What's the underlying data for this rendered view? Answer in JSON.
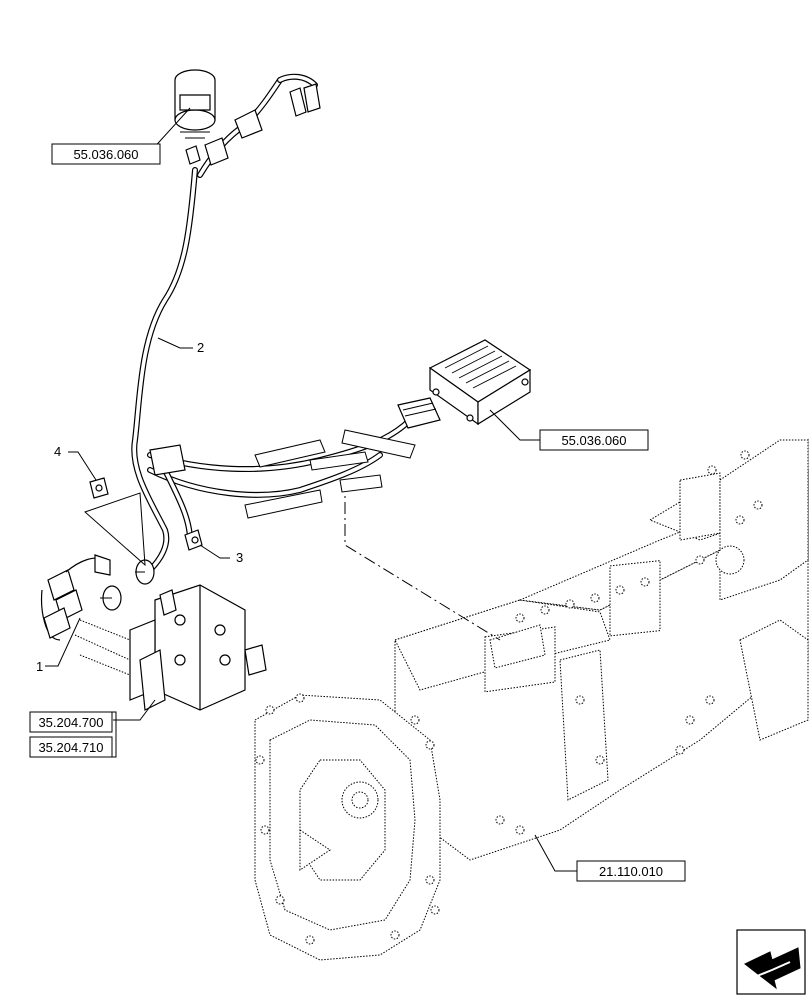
{
  "references": {
    "ref_top_left": "55.036.060",
    "ref_right": "55.036.060",
    "ref_valve_a": "35.204.700",
    "ref_valve_b": "35.204.710",
    "ref_transmission": "21.110.010"
  },
  "callouts": {
    "item_1": "1",
    "item_2": "2",
    "item_3": "3",
    "item_4": "4"
  },
  "navigation": {
    "icon": "prev-page-arrow-icon"
  }
}
